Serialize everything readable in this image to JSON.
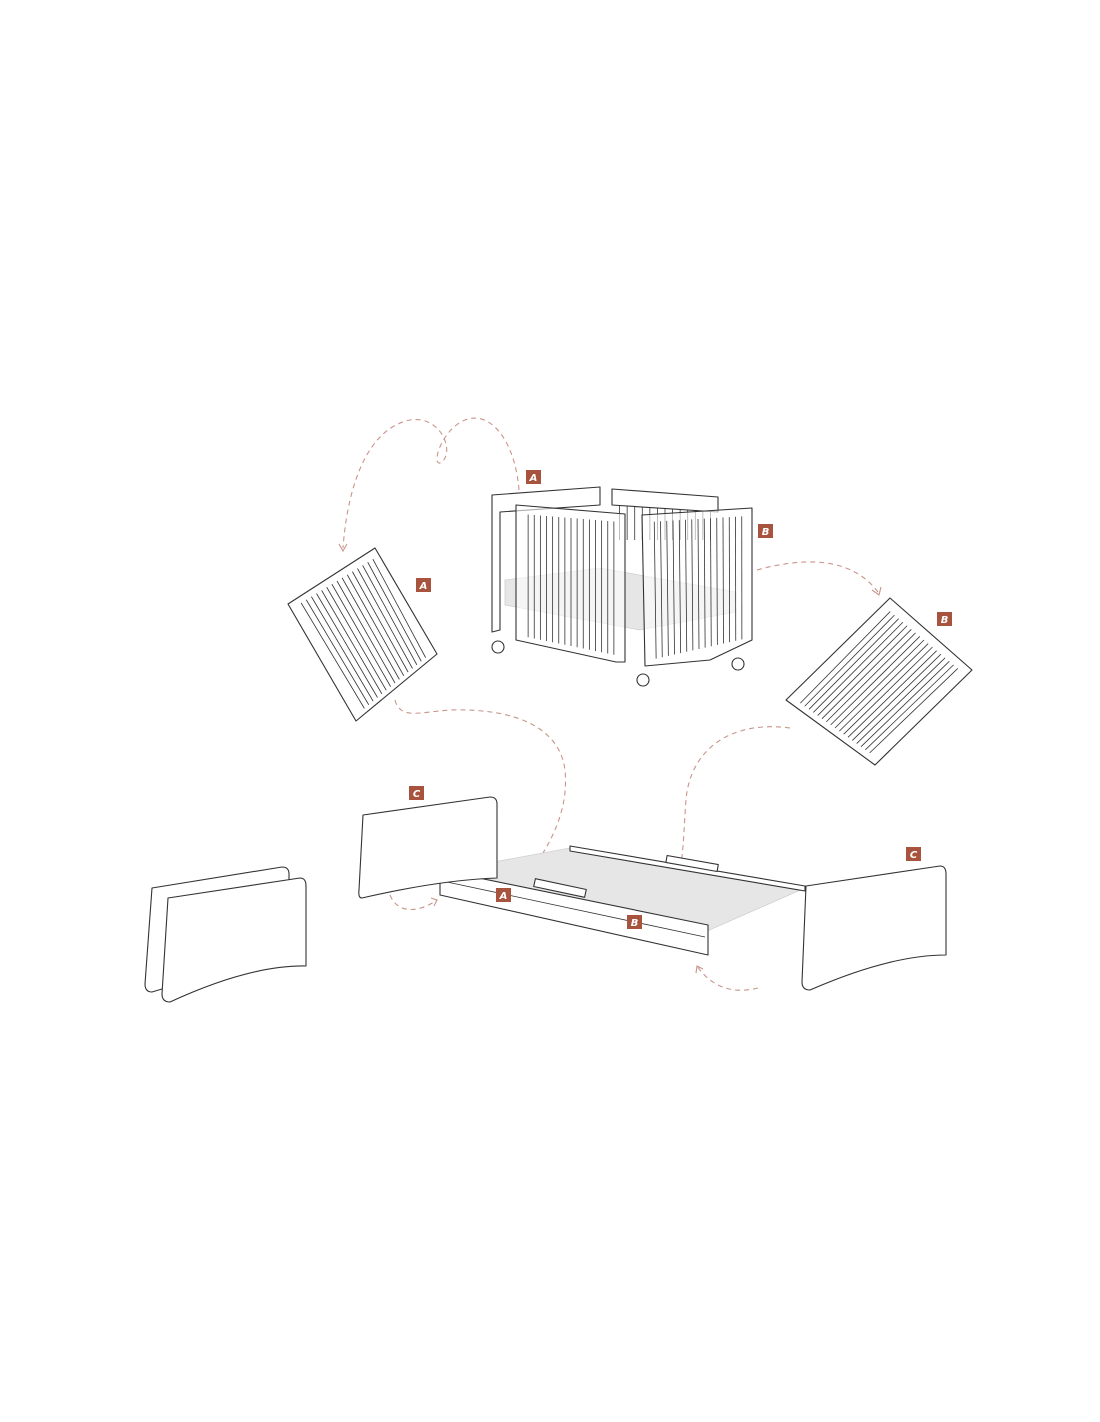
{
  "colors": {
    "label": "#a8533e",
    "arrow": "#c9958a",
    "line": "#333333",
    "mattress": "#e6e6e6"
  },
  "labels": {
    "crib_a": "A",
    "crib_b": "B",
    "panel_a": "A",
    "panel_b": "B",
    "board_c_left": "C",
    "board_c_right": "C",
    "bed_a": "A",
    "bed_b": "B"
  }
}
